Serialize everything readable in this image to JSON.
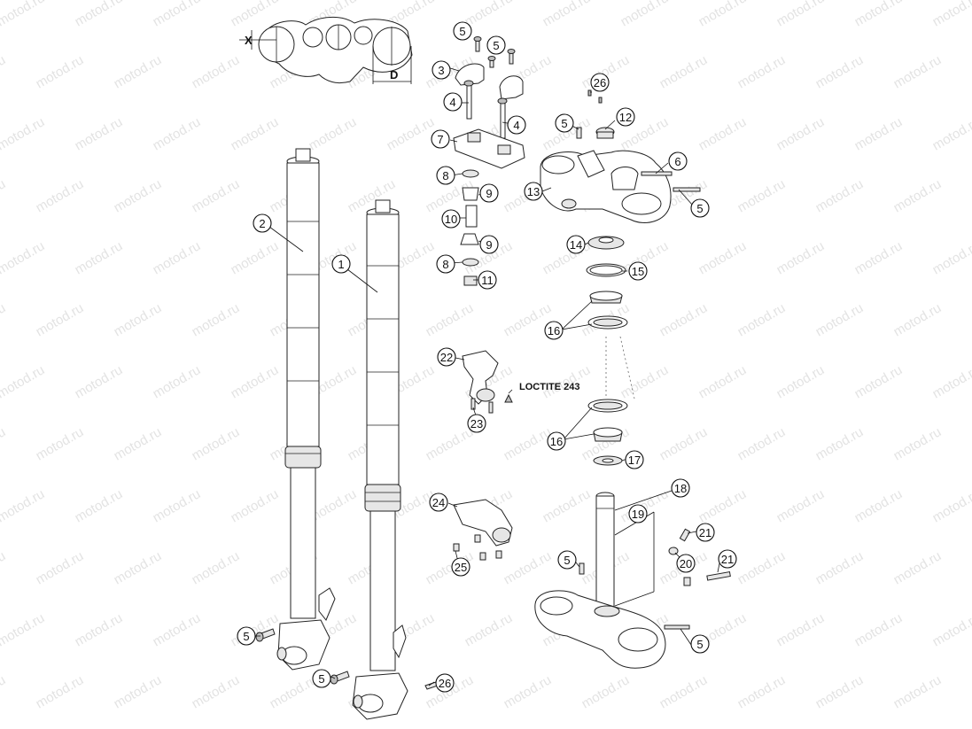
{
  "watermark": "motod.ru",
  "note": "LOCTITE 243",
  "dims": {
    "x": "X",
    "d": "D"
  },
  "callouts": [
    "1",
    "2",
    "3",
    "4",
    "5",
    "6",
    "7",
    "8",
    "9",
    "10",
    "11",
    "12",
    "13",
    "14",
    "15",
    "16",
    "17",
    "18",
    "19",
    "20",
    "21",
    "22",
    "23",
    "24",
    "25",
    "26"
  ]
}
